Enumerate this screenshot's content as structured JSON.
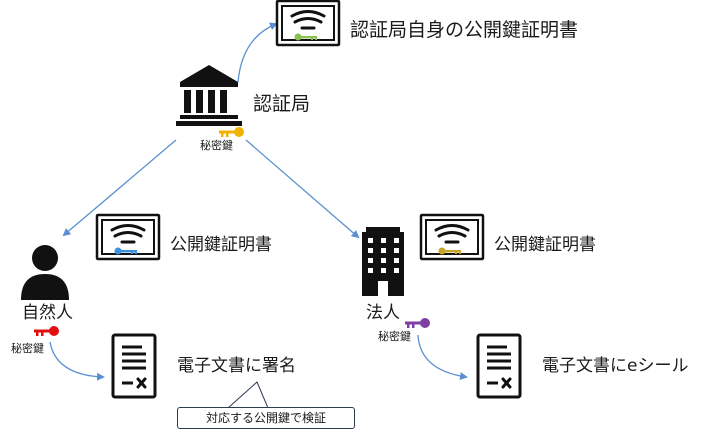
{
  "colors": {
    "arrow": "#5b8fd0",
    "icon": "#111111",
    "key_green": "#8cc152",
    "key_gold": "#f0b400",
    "key_blue": "#3d8fe0",
    "key_tan": "#c9a227",
    "key_red": "#e01010",
    "key_purple": "#7e3fa5"
  },
  "nodes": {
    "ca_label": "認証局",
    "ca_self_cert_label": "認証局自身の公開鍵証明書",
    "ca_key_label": "秘密鍵",
    "person_label": "自然人",
    "person_cert_label": "公開鍵証明書",
    "person_key_label": "秘密鍵",
    "corp_label": "法人",
    "corp_cert_label": "公開鍵証明書",
    "corp_key_label": "秘密鍵",
    "person_doc_label": "電子文書に署名",
    "corp_doc_label": "電子文書にeシール",
    "callout_text": "対応する公開鍵で検証"
  },
  "icons": [
    "certificate-icon",
    "bank-icon",
    "key-icon",
    "person-icon",
    "building-icon",
    "document-icon"
  ]
}
